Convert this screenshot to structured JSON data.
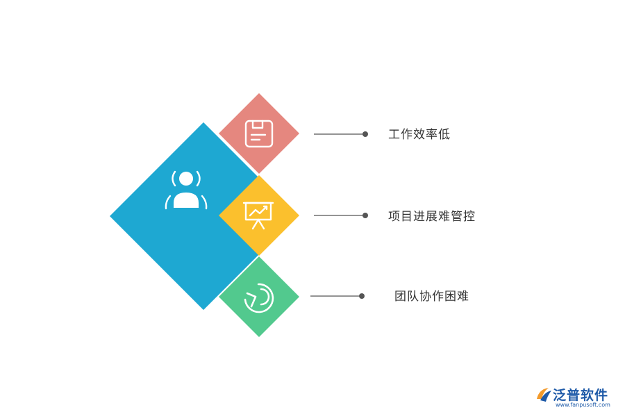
{
  "items": [
    {
      "label": "工作效率低",
      "color": "#e5877f",
      "icon": "document-icon"
    },
    {
      "label": "项目进展难管控",
      "color": "#fbc02d",
      "icon": "presentation-chart-icon"
    },
    {
      "label": "团队协作困难",
      "color": "#52c98e",
      "icon": "pie-chart-icon"
    }
  ],
  "center": {
    "color": "#1ea8d2",
    "icon": "user-icon"
  },
  "connector_color": "#555555",
  "brand": {
    "name": "泛普软件",
    "url": "www.fanpusoft.com",
    "color": "#1e5aa8"
  }
}
